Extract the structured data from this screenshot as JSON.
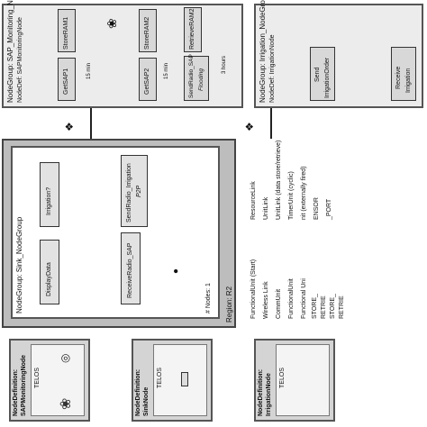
{
  "region": {
    "label": "Region: R2",
    "sink_group": {
      "label": "NodeGroup: Sink_NodeGroup",
      "nodes_count": "# Nodes: 1",
      "display_data": "DisplayData",
      "irrigation_q": "Irrigation?",
      "receive_radio": "ReceiveRadio_SAP",
      "send_radio_p2p_line1": "SendRadio_Irrigation",
      "send_radio_p2p_line2": "P2P"
    }
  },
  "node_definitions": [
    {
      "title_line1": "NodeDefinition:",
      "title_line2": "SAPMonitoringNode",
      "platform": "TELOS"
    },
    {
      "title_line1": "NodeDefinition:",
      "title_line2": "SinkNode",
      "platform": "TELOS"
    },
    {
      "title_line1": "NodeDefinition:",
      "title_line2": "IrrigationNode",
      "platform": "TELOS"
    }
  ],
  "sap_group": {
    "label": "NodeGroup: SAP_Monitoring_NodeGroup",
    "nodedef": "NodeDef: SAPMonitoringNode",
    "get_sap1": "GetSAP1",
    "get_sap2": "GetSAP2",
    "store_ram1": "StoreRAM1",
    "store_ram2": "StoreRAM2",
    "retrieve_ram2": "RetrieveRAM2",
    "send_radio_line1": "SendRadio_SAP",
    "send_radio_line2": "Flooding",
    "timer_15a": "15 min",
    "timer_15b": "15 min",
    "timer_3h": "3 hours"
  },
  "irrigation_group": {
    "label": "NodeGroup: Irrigation_NodeGroup",
    "nodedef": "NodeDef: IrrigationNode",
    "send_order_line1": "Send",
    "send_order_line2": "IrrigationOrder",
    "receive_line1": "Receive",
    "receive_line2": "Irrigation"
  },
  "legend": {
    "functional_unit_start": "FunctionalUnit (Start)",
    "wireless_link": "Wireless Link",
    "comm_unit": "CommUnit",
    "functional_unit": "FunctionalUnit",
    "functional_unit_top": "Functional Uni",
    "store": "STORE_",
    "retrieve1": "RETRIE",
    "store2": "STORE_",
    "retrieve2": "RETRIE",
    "resource_link": "ResourceLink",
    "unit_link": "UnitLink",
    "unit_link_data": "UnitLink (data store/retrieve)",
    "timer_cyclic": "TimerUnit (cyclic)",
    "unit_external": "nit (externally fired)",
    "sensor": "ENSOR",
    "port": "_PORT"
  }
}
